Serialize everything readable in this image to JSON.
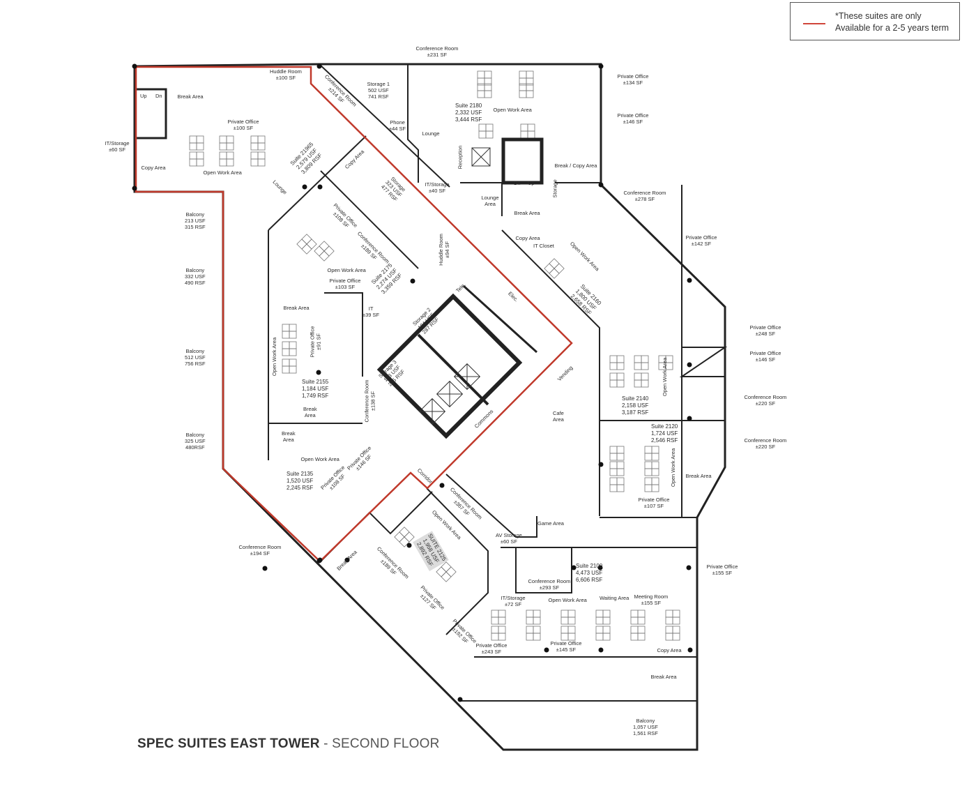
{
  "legend": {
    "line1": "*These suites are only",
    "line2": "Available for a 2-5 years term",
    "line_color": "#d0453a"
  },
  "title": {
    "bold": "SPEC SUITES EAST TOWER",
    "light": " - SECOND FLOOR"
  },
  "colors": {
    "wall": "#222222",
    "suite_outline": "#c0392b",
    "furniture": "#777777"
  },
  "labels": [
    {
      "lines": [
        "Huddle Room",
        "±100 SF"
      ]
    },
    {
      "lines": [
        "Break Area"
      ]
    },
    {
      "lines": [
        "Private Office",
        "±100 SF"
      ]
    },
    {
      "lines": [
        "IT/Storage",
        "±60 SF"
      ]
    },
    {
      "lines": [
        "Copy Area"
      ]
    },
    {
      "lines": [
        "Open Work Area"
      ]
    },
    {
      "lines": [
        "Conference Room",
        "±214 SF"
      ]
    },
    {
      "lines": [
        "Suite 21965",
        "2,579 USF",
        "3,809 RSF"
      ]
    },
    {
      "lines": [
        "Storage 1",
        "502 USF",
        "741 RSF"
      ]
    },
    {
      "lines": [
        "Phone",
        "±44 SF"
      ]
    },
    {
      "lines": [
        "Lounge"
      ]
    },
    {
      "lines": [
        "Copy Area"
      ]
    },
    {
      "lines": [
        "Storage",
        "323 USF",
        "477 RSF"
      ]
    },
    {
      "lines": [
        "Private Office",
        "±108 SF"
      ]
    },
    {
      "lines": [
        "Conference Room",
        "±189 SF"
      ]
    },
    {
      "lines": [
        "Balcony",
        "213 USF",
        "315 RSF"
      ]
    },
    {
      "lines": [
        "Balcony",
        "332 USF",
        "490 RSF"
      ]
    },
    {
      "lines": [
        "Balcony",
        "512 USF",
        "756 RSF"
      ]
    },
    {
      "lines": [
        "Balcony",
        "325 USF",
        "480RSF"
      ]
    },
    {
      "lines": [
        "Open Work Area"
      ]
    },
    {
      "lines": [
        "Private Office",
        "±103 SF"
      ]
    },
    {
      "lines": [
        "Suite 2175",
        "2,274 USF",
        "3,359 RSF"
      ]
    },
    {
      "lines": [
        "Huddle Room",
        "±94 SF"
      ]
    },
    {
      "lines": [
        "Break Area"
      ]
    },
    {
      "lines": [
        "IT",
        "±39 SF"
      ]
    },
    {
      "lines": [
        "Open Work Area"
      ]
    },
    {
      "lines": [
        "Private Office",
        "±91 SF"
      ]
    },
    {
      "lines": [
        "Suite 2155",
        "1,184 USF",
        "1,749 RSF"
      ]
    },
    {
      "lines": [
        "Conference Room",
        "±138 SF"
      ]
    },
    {
      "lines": [
        "Break",
        "Area"
      ]
    },
    {
      "lines": [
        "Break",
        "Area"
      ]
    },
    {
      "lines": [
        "Open Work Area"
      ]
    },
    {
      "lines": [
        "Suite 2135",
        "1,520 USF",
        "2,245 RSF"
      ]
    },
    {
      "lines": [
        "Private Office",
        "±108 SF"
      ]
    },
    {
      "lines": [
        "Private Office",
        "±146 SF"
      ]
    },
    {
      "lines": [
        "Conference Room",
        "±194 SF"
      ]
    },
    {
      "lines": [
        "Corridor"
      ]
    },
    {
      "lines": [
        "Storage 2",
        "194 USF",
        "287 RSF"
      ]
    },
    {
      "lines": [
        "Storage 3",
        "193 USF",
        "285 RSF"
      ]
    },
    {
      "lines": [
        "Tele."
      ]
    },
    {
      "lines": [
        "Elec."
      ]
    },
    {
      "lines": [
        "Commons"
      ]
    },
    {
      "lines": [
        "Vending"
      ]
    },
    {
      "lines": [
        "Cafe",
        "Area"
      ]
    },
    {
      "lines": [
        "Conference Room",
        "±367 SF"
      ]
    },
    {
      "lines": [
        "Open Work Area"
      ]
    },
    {
      "lines": [
        "SUITE 2125",
        "1,958 USF",
        "2,892 RSF"
      ]
    },
    {
      "lines": [
        "Conference Room",
        "±189 SF"
      ]
    },
    {
      "lines": [
        "Break Area"
      ]
    },
    {
      "lines": [
        "Private Office",
        "±127 SF"
      ]
    },
    {
      "lines": [
        "Private Office",
        "±192 SF"
      ]
    },
    {
      "lines": [
        "Private Office",
        "±243 SF"
      ]
    },
    {
      "lines": [
        "Game Area"
      ]
    },
    {
      "lines": [
        "AV Storage",
        "±60 SF"
      ]
    },
    {
      "lines": [
        "Conference Room",
        "±231 SF"
      ]
    },
    {
      "lines": [
        "Suite 2180",
        "2,332 USF",
        "3,444 RSF"
      ]
    },
    {
      "lines": [
        "Open Work Area"
      ]
    },
    {
      "lines": [
        "Lounge"
      ]
    },
    {
      "lines": [
        "Reception"
      ]
    },
    {
      "lines": [
        "IT/Storage",
        "±40 SF"
      ]
    },
    {
      "lines": [
        "Private Office",
        "±134 SF"
      ]
    },
    {
      "lines": [
        "Private Office",
        "±146 SF"
      ]
    },
    {
      "lines": [
        "Break / Copy Area"
      ]
    },
    {
      "lines": [
        "Storage"
      ]
    },
    {
      "lines": [
        "Lounge",
        "Area"
      ]
    },
    {
      "lines": [
        "Break Area"
      ]
    },
    {
      "lines": [
        "Copy Area"
      ]
    },
    {
      "lines": [
        "IT Closet"
      ]
    },
    {
      "lines": [
        "Conference Room",
        "±278 SF"
      ]
    },
    {
      "lines": [
        "Open Work Area"
      ]
    },
    {
      "lines": [
        "Private Office",
        "±142 SF"
      ]
    },
    {
      "lines": [
        "Suite 2160",
        "1,800 USF",
        "2,658 RSF"
      ]
    },
    {
      "lines": [
        "Private Office",
        "±248 SF"
      ]
    },
    {
      "lines": [
        "Private Office",
        "±146 SF"
      ]
    },
    {
      "lines": [
        "Open Work Area"
      ]
    },
    {
      "lines": [
        "Suite 2140",
        "2,158 USF",
        "3,187 RSF"
      ]
    },
    {
      "lines": [
        "Conference Room",
        "±220 SF"
      ]
    },
    {
      "lines": [
        "Suite 2120",
        "1,724 USF",
        "2,546 RSF"
      ]
    },
    {
      "lines": [
        "Conference Room",
        "±220 SF"
      ]
    },
    {
      "lines": [
        "Open Work Area"
      ]
    },
    {
      "lines": [
        "Break Area"
      ]
    },
    {
      "lines": [
        "Private Office",
        "±107 SF"
      ]
    },
    {
      "lines": [
        "Private Office",
        "±155 SF"
      ]
    },
    {
      "lines": [
        "Conference Room",
        "±293 SF"
      ]
    },
    {
      "lines": [
        "Suite 2100",
        "4,473 USF",
        "6,606 RSF"
      ]
    },
    {
      "lines": [
        "Waiting Area"
      ]
    },
    {
      "lines": [
        "Meeting Room",
        "±155 SF"
      ]
    },
    {
      "lines": [
        "IT/Storage",
        "±72 SF"
      ]
    },
    {
      "lines": [
        "Open Work Area"
      ]
    },
    {
      "lines": [
        "Private Office",
        "±145 SF"
      ]
    },
    {
      "lines": [
        "Copy Area"
      ]
    },
    {
      "lines": [
        "Break Area"
      ]
    },
    {
      "lines": [
        "Balcony",
        "1,057 USF",
        "1,561 RSF"
      ]
    },
    {
      "lines": [
        "Up"
      ]
    },
    {
      "lines": [
        "Dn"
      ]
    },
    {
      "lines": [
        "Dn"
      ]
    },
    {
      "lines": [
        "Up"
      ]
    }
  ]
}
